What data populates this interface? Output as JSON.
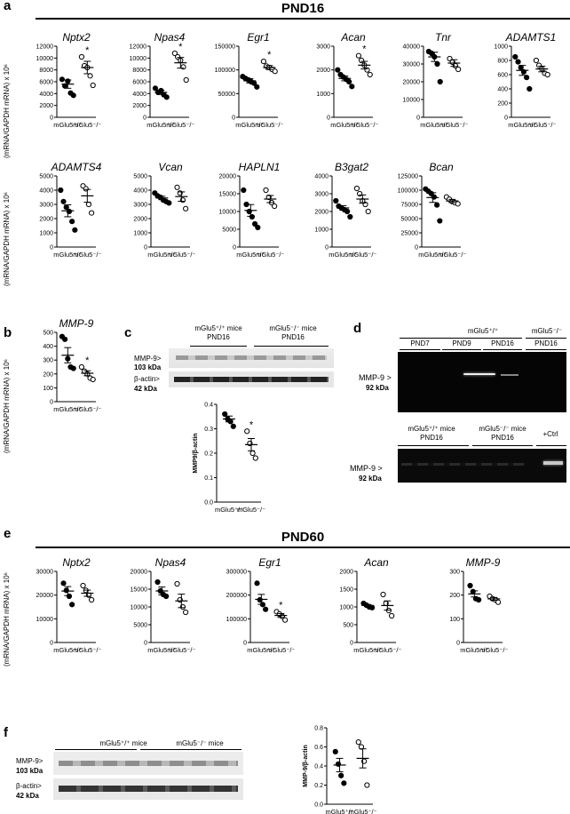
{
  "panels": {
    "a": "a",
    "b": "b",
    "c": "c",
    "d": "d",
    "e": "e",
    "f": "f"
  },
  "section_a_title": "PND16",
  "section_e_title": "PND60",
  "y_axis_label_a": "(mRNA/GAPDH mRNA) x 10⁶",
  "y_axis_label_b": "(mRNA/GAPDH mRNA) x 10⁶",
  "y_axis_label_e": "(mRNA/GAPDH mRNA) x 10⁶",
  "group_wt": "mGlu5⁺/⁺",
  "group_ko": "mGlu5⁻/⁻",
  "chart_data": [
    {
      "id": "a1",
      "type": "scatter",
      "title": "Nptx2",
      "ylim": [
        0,
        12000
      ],
      "yticks": [
        0,
        2000,
        4000,
        6000,
        8000,
        10000,
        12000
      ],
      "categories": [
        "mGlu5+/+",
        "mGlu5-/-"
      ],
      "series": [
        {
          "name": "mGlu5+/+",
          "values": [
            6400,
            5300,
            6100,
            4100,
            3700
          ]
        },
        {
          "name": "mGlu5-/-",
          "values": [
            10200,
            8700,
            8400,
            7000,
            5400
          ]
        }
      ],
      "means": [
        5600,
        8400
      ],
      "sem": [
        700,
        1050
      ],
      "significance": [
        "",
        "*"
      ]
    },
    {
      "id": "a2",
      "type": "scatter",
      "title": "Npas4",
      "ylim": [
        0,
        12000
      ],
      "yticks": [
        0,
        2000,
        4000,
        6000,
        8000,
        10000,
        12000
      ],
      "categories": [
        "mGlu5+/+",
        "mGlu5-/-"
      ],
      "series": [
        {
          "name": "mGlu5+/+",
          "values": [
            4900,
            4200,
            4500,
            3800,
            3400
          ]
        },
        {
          "name": "mGlu5-/-",
          "values": [
            10800,
            10200,
            9600,
            8500,
            6300
          ]
        }
      ],
      "means": [
        4200,
        9200
      ],
      "sem": [
        350,
        900
      ],
      "significance": [
        "",
        "*"
      ]
    },
    {
      "id": "a3",
      "type": "scatter",
      "title": "Egr1",
      "ylim": [
        0,
        150000
      ],
      "yticks": [
        0,
        50000,
        100000,
        150000
      ],
      "categories": [
        "mGlu5+/+",
        "mGlu5-/-"
      ],
      "series": [
        {
          "name": "mGlu5+/+",
          "values": [
            86000,
            82000,
            79000,
            75000,
            72000,
            64000
          ]
        },
        {
          "name": "mGlu5-/-",
          "values": [
            118000,
            108000,
            105000,
            101000,
            97000
          ]
        }
      ],
      "means": [
        77000,
        105000
      ],
      "sem": [
        4500,
        4200
      ],
      "significance": [
        "",
        "*"
      ]
    },
    {
      "id": "a4",
      "type": "scatter",
      "title": "Acan",
      "ylim": [
        0,
        3000
      ],
      "yticks": [
        0,
        1000,
        2000,
        3000
      ],
      "categories": [
        "mGlu5+/+",
        "mGlu5-/-"
      ],
      "series": [
        {
          "name": "mGlu5+/+",
          "values": [
            2000,
            1800,
            1700,
            1600,
            1500,
            1300
          ]
        },
        {
          "name": "mGlu5-/-",
          "values": [
            2600,
            2400,
            2200,
            2000,
            1800
          ]
        }
      ],
      "means": [
        1640,
        2200
      ],
      "sem": [
        100,
        160
      ],
      "significance": [
        "",
        "*"
      ]
    },
    {
      "id": "a5",
      "type": "scatter",
      "title": "Tnr",
      "ylim": [
        0,
        40000
      ],
      "yticks": [
        0,
        10000,
        20000,
        30000,
        40000
      ],
      "categories": [
        "mGlu5+/+",
        "mGlu5-/-"
      ],
      "series": [
        {
          "name": "mGlu5+/+",
          "values": [
            37000,
            36000,
            34000,
            30000,
            20000
          ]
        },
        {
          "name": "mGlu5-/-",
          "values": [
            33000,
            31000,
            29000,
            27000
          ]
        }
      ],
      "means": [
        34000,
        30500
      ],
      "sem": [
        2600,
        1900
      ],
      "significance": [
        "",
        ""
      ]
    },
    {
      "id": "a6",
      "type": "scatter",
      "title": "ADAMTS1",
      "ylim": [
        0,
        1000
      ],
      "yticks": [
        0,
        200,
        400,
        600,
        800,
        1000
      ],
      "categories": [
        "mGlu5+/+",
        "mGlu5-/-"
      ],
      "series": [
        {
          "name": "mGlu5+/+",
          "values": [
            850,
            780,
            700,
            640,
            560,
            400
          ]
        },
        {
          "name": "mGlu5-/-",
          "values": [
            800,
            730,
            680,
            620,
            600
          ]
        }
      ],
      "means": [
        660,
        680
      ],
      "sem": [
        70,
        40
      ],
      "significance": [
        "",
        ""
      ]
    },
    {
      "id": "a7",
      "type": "scatter",
      "title": "ADAMTS4",
      "ylim": [
        0,
        5000
      ],
      "yticks": [
        0,
        1000,
        2000,
        3000,
        4000,
        5000
      ],
      "categories": [
        "mGlu5+/+",
        "mGlu5-/-"
      ],
      "series": [
        {
          "name": "mGlu5+/+",
          "values": [
            4000,
            3200,
            2800,
            2500,
            1800,
            1200
          ]
        },
        {
          "name": "mGlu5-/-",
          "values": [
            4300,
            4100,
            3000,
            2400
          ]
        }
      ],
      "means": [
        2550,
        3600
      ],
      "sem": [
        420,
        450
      ],
      "significance": [
        "",
        ""
      ]
    },
    {
      "id": "a8",
      "type": "scatter",
      "title": "Vcan",
      "ylim": [
        0,
        5000
      ],
      "yticks": [
        0,
        1000,
        2000,
        3000,
        4000,
        5000
      ],
      "categories": [
        "mGlu5+/+",
        "mGlu5-/-"
      ],
      "series": [
        {
          "name": "mGlu5+/+",
          "values": [
            3800,
            3600,
            3500,
            3300,
            3200,
            3100
          ]
        },
        {
          "name": "mGlu5-/-",
          "values": [
            4200,
            3800,
            3300,
            2700
          ]
        }
      ],
      "means": [
        3450,
        3550
      ],
      "sem": [
        120,
        330
      ],
      "significance": [
        "",
        ""
      ]
    },
    {
      "id": "a9",
      "type": "scatter",
      "title": "HAPLN1",
      "ylim": [
        0,
        20000
      ],
      "yticks": [
        0,
        5000,
        10000,
        15000,
        20000
      ],
      "categories": [
        "mGlu5+/+",
        "mGlu5-/-"
      ],
      "series": [
        {
          "name": "mGlu5+/+",
          "values": [
            16000,
            12000,
            10000,
            8500,
            6500,
            5500
          ]
        },
        {
          "name": "mGlu5-/-",
          "values": [
            16000,
            14000,
            12500,
            11500
          ]
        }
      ],
      "means": [
        10300,
        13500
      ],
      "sem": [
        1650,
        1000
      ],
      "significance": [
        "",
        ""
      ]
    },
    {
      "id": "a10",
      "type": "scatter",
      "title": "B3gat2",
      "ylim": [
        0,
        4000
      ],
      "yticks": [
        0,
        1000,
        2000,
        3000,
        4000
      ],
      "categories": [
        "mGlu5+/+",
        "mGlu5-/-"
      ],
      "series": [
        {
          "name": "mGlu5+/+",
          "values": [
            2600,
            2300,
            2200,
            2100,
            2000,
            1700
          ]
        },
        {
          "name": "mGlu5-/-",
          "values": [
            3300,
            3000,
            2600,
            2400,
            2000
          ]
        }
      ],
      "means": [
        2200,
        2700
      ],
      "sem": [
        130,
        230
      ],
      "significance": [
        "",
        ""
      ]
    },
    {
      "id": "a11",
      "type": "scatter",
      "title": "Bcan",
      "ylim": [
        0,
        125000
      ],
      "yticks": [
        0,
        25000,
        50000,
        75000,
        100000,
        125000
      ],
      "categories": [
        "mGlu5+/+",
        "mGlu5-/-"
      ],
      "series": [
        {
          "name": "mGlu5+/+",
          "values": [
            102000,
            98000,
            94000,
            88000,
            74000,
            46000
          ]
        },
        {
          "name": "mGlu5-/-",
          "values": [
            88000,
            84000,
            80000,
            78000,
            76000
          ]
        }
      ],
      "means": [
        87000,
        81000
      ],
      "sem": [
        8500,
        2800
      ],
      "significance": [
        "",
        ""
      ]
    },
    {
      "id": "b",
      "type": "scatter",
      "title": "MMP-9",
      "ylim": [
        0,
        500
      ],
      "yticks": [
        0,
        100,
        200,
        300,
        400,
        500
      ],
      "categories": [
        "mGlu5+/+",
        "mGlu5-/-"
      ],
      "series": [
        {
          "name": "mGlu5+/+",
          "values": [
            470,
            450,
            310,
            250,
            240
          ]
        },
        {
          "name": "mGlu5-/-",
          "values": [
            250,
            220,
            200,
            170,
            160
          ]
        }
      ],
      "means": [
        335,
        205
      ],
      "sem": [
        55,
        18
      ],
      "significance": [
        "",
        "*"
      ]
    },
    {
      "id": "c",
      "type": "scatter",
      "title": "",
      "ylabel": "MMP9/β-actin",
      "ylim": [
        0,
        0.4
      ],
      "yticks": [
        0.0,
        0.1,
        0.2,
        0.3,
        0.4
      ],
      "categories": [
        "mGlu5+/+",
        "mGlu5-/-"
      ],
      "series": [
        {
          "name": "mGlu5+/+",
          "values": [
            0.36,
            0.34,
            0.33,
            0.31
          ]
        },
        {
          "name": "mGlu5-/-",
          "values": [
            0.29,
            0.24,
            0.2,
            0.18
          ]
        }
      ],
      "means": [
        0.34,
        0.235
      ],
      "sem": [
        0.012,
        0.025
      ],
      "significance": [
        "",
        "*"
      ]
    },
    {
      "id": "e1",
      "type": "scatter",
      "title": "Nptx2",
      "ylim": [
        0,
        30000
      ],
      "yticks": [
        0,
        10000,
        20000,
        30000
      ],
      "categories": [
        "mGlu5+/+",
        "mGlu5-/-"
      ],
      "series": [
        {
          "name": "mGlu5+/+",
          "values": [
            25000,
            22000,
            19500,
            16000
          ]
        },
        {
          "name": "mGlu5-/-",
          "values": [
            24000,
            22000,
            20000,
            18000
          ]
        }
      ],
      "means": [
        21700,
        20800
      ],
      "sem": [
        1900,
        1300
      ],
      "significance": [
        "",
        ""
      ]
    },
    {
      "id": "e2",
      "type": "scatter",
      "title": "Npas4",
      "ylim": [
        0,
        20000
      ],
      "yticks": [
        0,
        5000,
        10000,
        15000,
        20000
      ],
      "categories": [
        "mGlu5+/+",
        "mGlu5-/-"
      ],
      "series": [
        {
          "name": "mGlu5+/+",
          "values": [
            17000,
            14500,
            13500,
            13000
          ]
        },
        {
          "name": "mGlu5-/-",
          "values": [
            16500,
            12000,
            10000,
            8500
          ]
        }
      ],
      "means": [
        14500,
        11700
      ],
      "sem": [
        1100,
        1900
      ],
      "significance": [
        "",
        ""
      ]
    },
    {
      "id": "e3",
      "type": "scatter",
      "title": "Egr1",
      "ylim": [
        0,
        300000
      ],
      "yticks": [
        0,
        100000,
        200000,
        300000
      ],
      "categories": [
        "mGlu5+/+",
        "mGlu5-/-"
      ],
      "series": [
        {
          "name": "mGlu5+/+",
          "values": [
            250000,
            180000,
            160000,
            140000
          ]
        },
        {
          "name": "mGlu5-/-",
          "values": [
            130000,
            120000,
            110000,
            95000
          ]
        }
      ],
      "means": [
        182000,
        114000
      ],
      "sem": [
        21000,
        8000
      ],
      "significance": [
        "",
        "*"
      ]
    },
    {
      "id": "e4",
      "type": "scatter",
      "title": "Acan",
      "ylim": [
        0,
        2000
      ],
      "yticks": [
        0,
        500,
        1000,
        1500,
        2000
      ],
      "categories": [
        "mGlu5+/+",
        "mGlu5-/-"
      ],
      "series": [
        {
          "name": "mGlu5+/+",
          "values": [
            1100,
            1050,
            1000,
            980
          ]
        },
        {
          "name": "mGlu5-/-",
          "values": [
            1350,
            1100,
            900,
            750
          ]
        }
      ],
      "means": [
        1040,
        1040
      ],
      "sem": [
        30,
        130
      ],
      "significance": [
        "",
        ""
      ]
    },
    {
      "id": "e5",
      "type": "scatter",
      "title": "MMP-9",
      "ylim": [
        0,
        300
      ],
      "yticks": [
        0,
        100,
        200,
        300
      ],
      "categories": [
        "mGlu5+/+",
        "mGlu5-/-"
      ],
      "series": [
        {
          "name": "mGlu5+/+",
          "values": [
            240,
            215,
            185,
            180
          ]
        },
        {
          "name": "mGlu5-/-",
          "values": [
            195,
            185,
            180,
            170
          ]
        }
      ],
      "means": [
        205,
        184
      ],
      "sem": [
        13,
        6
      ],
      "significance": [
        "",
        ""
      ]
    },
    {
      "id": "f",
      "type": "scatter",
      "title": "",
      "ylabel": "MMP-9/β-actin",
      "ylim": [
        0,
        0.8
      ],
      "yticks": [
        0.0,
        0.2,
        0.4,
        0.6,
        0.8
      ],
      "categories": [
        "mGlu5+/+",
        "mGlu5-/-"
      ],
      "series": [
        {
          "name": "mGlu5+/+",
          "values": [
            0.55,
            0.42,
            0.3,
            0.22
          ]
        },
        {
          "name": "mGlu5-/-",
          "values": [
            0.65,
            0.6,
            0.45,
            0.2
          ]
        }
      ],
      "means": [
        0.41,
        0.48
      ],
      "sem": [
        0.07,
        0.1
      ],
      "significance": [
        "",
        ""
      ]
    }
  ],
  "blot_c": {
    "group1": "mGlu5⁺/⁺ mice",
    "group1_age": "PND16",
    "group2": "mGlu5⁻/⁻ mice",
    "group2_age": "PND16",
    "band1": "MMP-9>",
    "band1_kda": "103 kDa",
    "band2": "β-actin>",
    "band2_kda": "42 kDa"
  },
  "zymo_d": {
    "top_wt": "mGlu5⁺/⁺",
    "top_ko": "mGlu5⁻/⁻",
    "lanes": [
      "PND7",
      "PND9",
      "PND16",
      "PND16"
    ],
    "band": "MMP-9 >",
    "band_kda": "92 kDa",
    "bottom_g1": "mGlu5⁺/⁺ mice",
    "bottom_g1_age": "PND16",
    "bottom_g2": "mGlu5⁻/⁻ mice",
    "bottom_g2_age": "PND16",
    "bottom_ctrl": "+Ctrl"
  },
  "blot_f": {
    "group1": "mGlu5⁺/⁺ mice",
    "group2": "mGlu5⁻/⁻ mice",
    "band1": "MMP-9>",
    "band1_kda": "103 kDa",
    "band2": "β-actin>",
    "band2_kda": "42 kDa"
  }
}
